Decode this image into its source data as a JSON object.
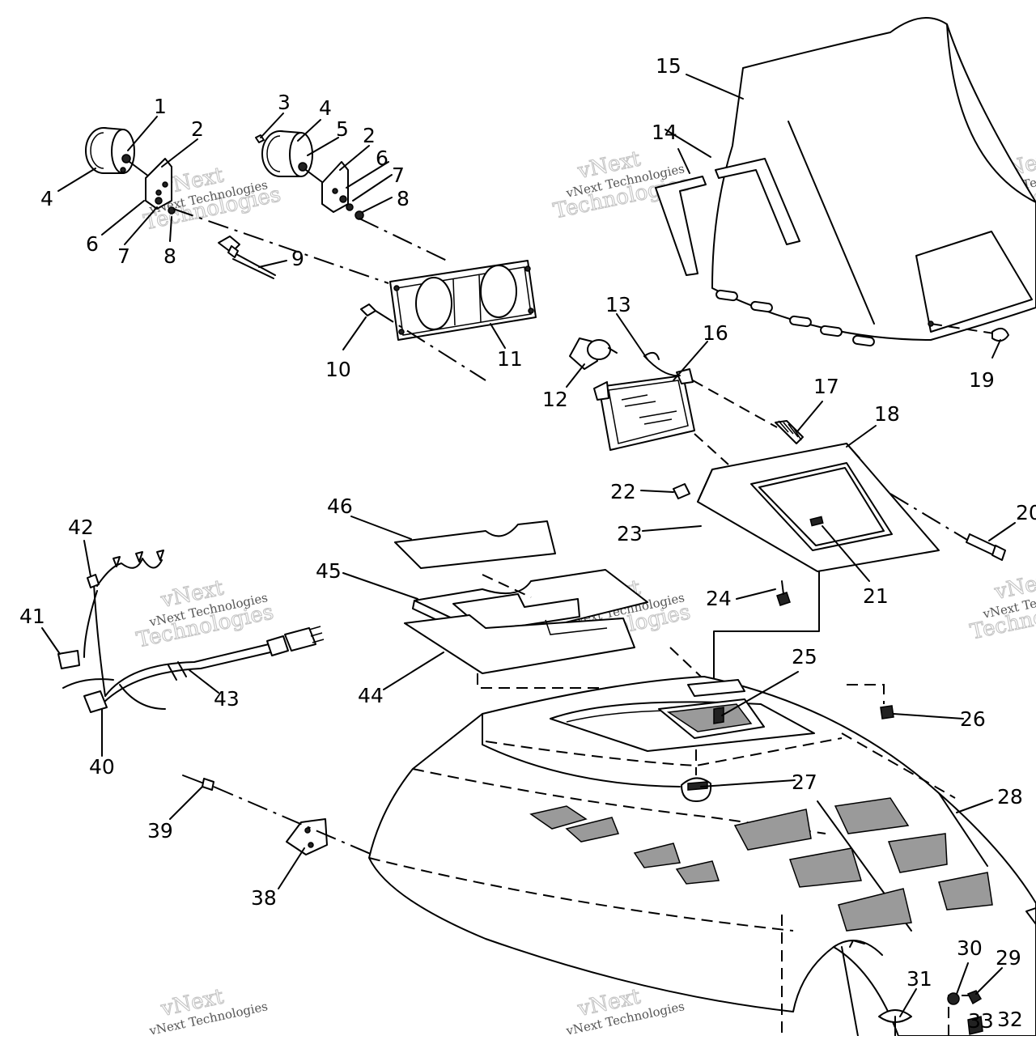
{
  "watermark": {
    "line1": "vNext Technologies",
    "line2": "vNext",
    "line3": "Technologies"
  },
  "callouts": [
    "1",
    "2",
    "3",
    "4",
    "4",
    "5",
    "2",
    "6",
    "7",
    "8",
    "4",
    "6",
    "7",
    "8",
    "9",
    "10",
    "11",
    "12",
    "13",
    "14",
    "15",
    "16",
    "17",
    "18",
    "19",
    "20",
    "21",
    "22",
    "23",
    "24",
    "25",
    "26",
    "27",
    "28",
    "29",
    "30",
    "31",
    "32",
    "33",
    "38",
    "39",
    "40",
    "41",
    "42",
    "43",
    "44",
    "45",
    "46"
  ],
  "colors": {
    "ink": "#000000",
    "paper": "#ffffff",
    "vent_fill": "#9a9a9a",
    "watermark": "#c4c4c4"
  }
}
